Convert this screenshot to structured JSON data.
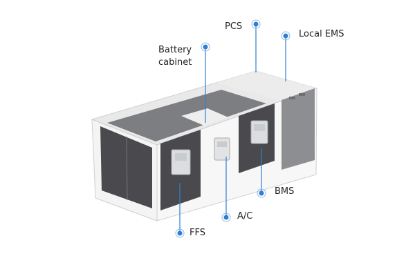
{
  "labels": {
    "pcs": "PCS",
    "local_ems": "Local EMS",
    "battery_cabinet_line1": "Battery",
    "battery_cabinet_line2": "cabinet",
    "bms": "BMS",
    "ac": "A/C",
    "ffs": "FFS"
  },
  "colors": {
    "callout": "#2f7fd1",
    "battery": "#4a4a4e",
    "frame": "#f2f2f2"
  }
}
